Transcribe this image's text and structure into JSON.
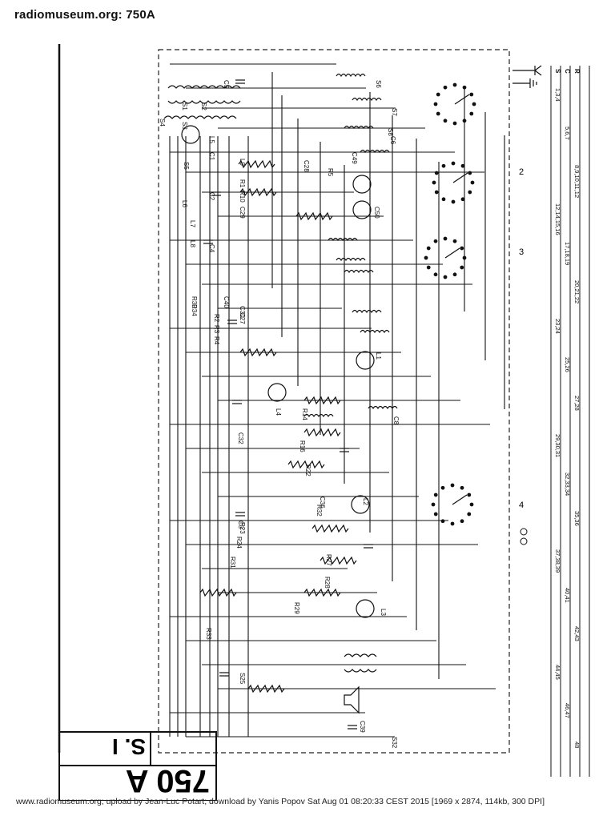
{
  "header": {
    "title": "radiomuseum.org:  750A"
  },
  "title_block": {
    "model": "750 A",
    "sheet": "S. I"
  },
  "schematic": {
    "labels": [
      "S1",
      "S4",
      "S2",
      "S3",
      "L5",
      "S5",
      "S6",
      "S7",
      "S8",
      "C1",
      "C2",
      "C3",
      "C4",
      "C5",
      "C6",
      "C8",
      "C27",
      "C28",
      "C29",
      "C30",
      "C32",
      "C36",
      "C39",
      "C40",
      "C49",
      "C50",
      "L1",
      "L2",
      "L3",
      "L4",
      "L6",
      "L7",
      "L8",
      "L9",
      "R1",
      "R2",
      "R3",
      "R4",
      "R5",
      "R10",
      "R14",
      "R16",
      "R22",
      "R23",
      "R24",
      "R27",
      "R28",
      "R29",
      "R30",
      "R31",
      "R32",
      "R33",
      "R34",
      "S25",
      "S32"
    ],
    "section_numbers": [
      "2",
      "3",
      "4"
    ]
  },
  "switch_table": {
    "row_labels": [
      "S",
      "C",
      "R"
    ],
    "columns": [
      "1,3,4",
      "5,6,7",
      "8,9,10,11,12",
      "12,14,15,16",
      "17,18,19",
      "20,21,22",
      "23,24",
      "25,26",
      "27,28",
      "29,30,31",
      "32,33,34",
      "35,36",
      "37,38,39",
      "40,41",
      "42,43",
      "44,45",
      "46,47",
      "48"
    ]
  },
  "footer": {
    "text": "www.radiomuseum.org; upload by Jean-Luc Potart; download by Yanis Popov Sat Aug 01 08:20:33 CEST 2015 [1969 x 2874, 114kb, 300 DPI]"
  }
}
